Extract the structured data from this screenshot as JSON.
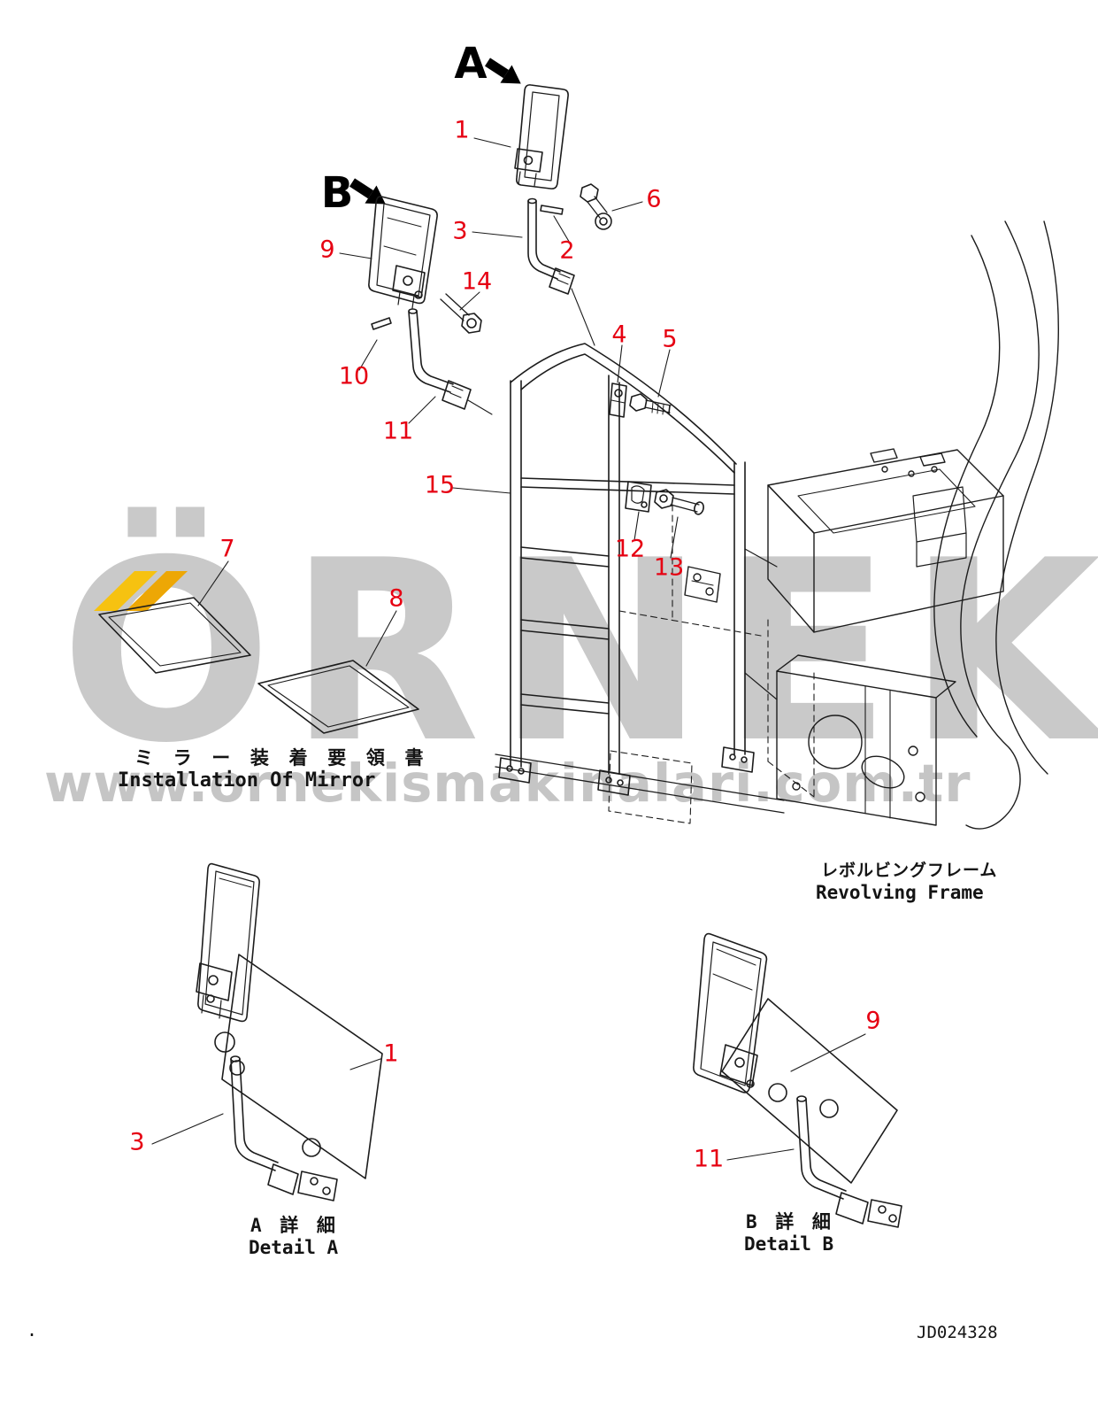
{
  "watermark": {
    "brand": "ÖRNEK",
    "url": "www.ornekismakinalari.com.tr",
    "gray": "#c9c9c9",
    "yellow_light": "#f6c211",
    "yellow_dark": "#eda705"
  },
  "views": {
    "a": "A",
    "b": "B"
  },
  "callouts": {
    "c1": "1",
    "c2": "2",
    "c3": "3",
    "c4": "4",
    "c5": "5",
    "c6": "6",
    "c7": "7",
    "c8": "8",
    "c9": "9",
    "c10": "10",
    "c11": "11",
    "c12": "12",
    "c13": "13",
    "c14": "14",
    "c15": "15",
    "detail_a_1": "1",
    "detail_a_3": "3",
    "detail_b_9": "9",
    "detail_b_11": "11"
  },
  "captions": {
    "installation_jp": "ミ ラ ー 装 着 要 領 書",
    "installation_en": "Installation Of Mirror",
    "revolving_frame_jp": "レボルビングフレーム",
    "revolving_frame_en": "Revolving Frame",
    "detail_a_jp": "A 詳 細",
    "detail_a_en": "Detail A",
    "detail_b_jp": "B 詳 細",
    "detail_b_en": "Detail B",
    "drawing_number": "JD024328",
    "margin_dot": "."
  },
  "colors": {
    "line": "#1c1c1c",
    "callout_red": "#e60012"
  }
}
